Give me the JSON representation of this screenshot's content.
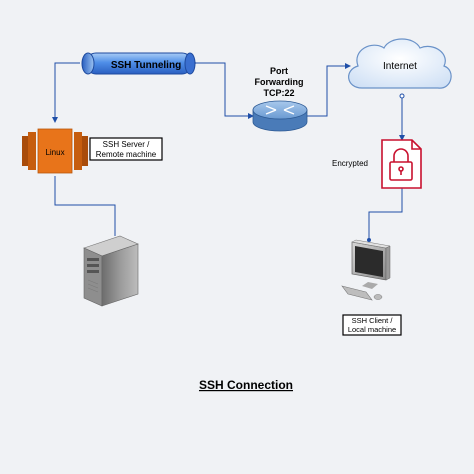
{
  "nodes": {
    "tunnel": {
      "label": "SSH Tunneling"
    },
    "router": {
      "label_lines": [
        "Port",
        "Forwarding",
        "TCP:22"
      ]
    },
    "cloud": {
      "label": "Internet"
    },
    "server_chip": {
      "label": "Linux"
    },
    "server_box": {
      "label_lines": [
        "SSH Server /",
        "Remote machine"
      ]
    },
    "lock": {
      "label": "Encrypted"
    },
    "client_box": {
      "label_lines": [
        "SSH Client /",
        "Local machine"
      ]
    }
  },
  "title": "SSH Connection",
  "colors": {
    "background": "#f0f2f5",
    "connector": "#1f4fa8",
    "tunnel_blue": "#3f7fe0",
    "aws_orange": "#e8741a",
    "lock_red": "#c8102e",
    "router_blue": "#5b8fc9"
  }
}
